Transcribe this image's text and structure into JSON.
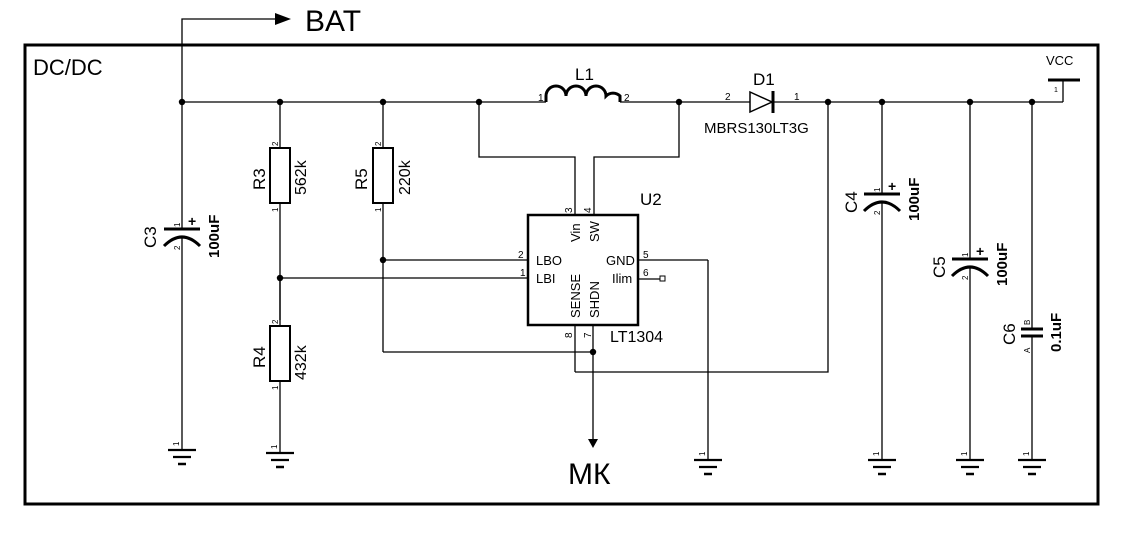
{
  "block_title": "DC/DC",
  "nets": {
    "bat": "BAT",
    "mk": "МК",
    "vcc": "VCC",
    "vcc_pin": "1"
  },
  "inductor": {
    "ref": "L1",
    "pin1": "1",
    "pin2": "2"
  },
  "diode": {
    "ref": "D1",
    "part": "MBRS130LT3G",
    "pin_anode": "2",
    "pin_cathode": "1"
  },
  "ic": {
    "ref": "U2",
    "part": "LT1304",
    "pins": [
      {
        "num": "3",
        "name": "Vin"
      },
      {
        "num": "4",
        "name": "SW"
      },
      {
        "num": "2",
        "name": "LBO"
      },
      {
        "num": "1",
        "name": "LBI"
      },
      {
        "num": "5",
        "name": "GND"
      },
      {
        "num": "6",
        "name": "Ilim"
      },
      {
        "num": "8",
        "name": "SENSE"
      },
      {
        "num": "7",
        "name": "SHDN"
      }
    ]
  },
  "resistors": [
    {
      "ref": "R3",
      "value": "562k",
      "pin_top": "2",
      "pin_bottom": "1"
    },
    {
      "ref": "R5",
      "value": "220k",
      "pin_top": "2",
      "pin_bottom": "1"
    },
    {
      "ref": "R4",
      "value": "432k",
      "pin_top": "2",
      "pin_bottom": "1"
    }
  ],
  "capacitors": [
    {
      "ref": "C3",
      "value": "100uF",
      "polarity": "+",
      "pin_pos": "1",
      "pin_neg": "2"
    },
    {
      "ref": "C4",
      "value": "100uF",
      "polarity": "+",
      "pin_pos": "1",
      "pin_neg": "2"
    },
    {
      "ref": "C5",
      "value": "100uF",
      "polarity": "+",
      "pin_pos": "1",
      "pin_neg": "2"
    },
    {
      "ref": "C6",
      "value": "0.1uF",
      "pin_a": "A",
      "pin_b": "B"
    }
  ],
  "ground_pin": "1"
}
